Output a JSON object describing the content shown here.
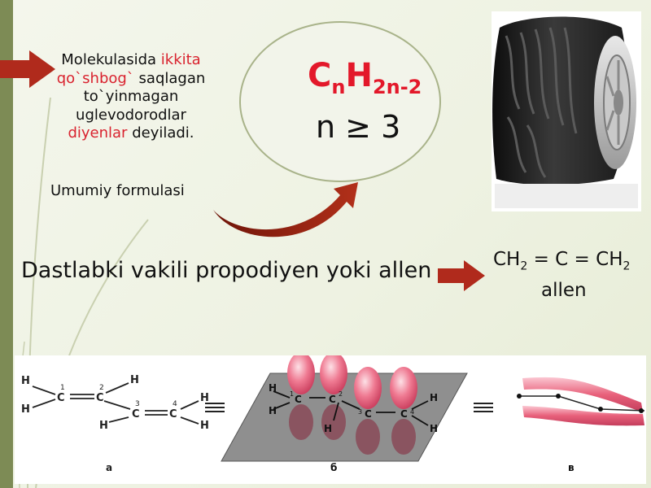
{
  "definition": {
    "line1_pre": "Molekulasida ",
    "line1_red": "ikkita",
    "line2_red": "qo`shbog`",
    "line2_post": " saqlagan",
    "line3": "to`yinmagan",
    "line4": "uglevodorodlar",
    "line5_red": "diyenlar",
    "line5_post": " deyiladi."
  },
  "formula_label": "Umumiy formulasi",
  "formula": {
    "c": "C",
    "n_sub": "n",
    "h": "H",
    "h_sub": "2n-2",
    "condition": "n ≥ 3"
  },
  "main_text": "Dastlabki vakili propodiyen yoki allen",
  "allen": {
    "formula_parts": [
      "CH",
      "2",
      " = C = CH",
      "2"
    ],
    "name": "allen"
  },
  "structure": {
    "panel_labels": [
      "а",
      "б",
      "в"
    ],
    "atom_h": "H",
    "atom_c": "C",
    "numbers": [
      "1",
      "2",
      "3",
      "4"
    ]
  },
  "colors": {
    "accent_red": "#d9232f",
    "formula_red": "#e3182a",
    "arrow": "#b02a1c",
    "orbital_pink": "#e8607a"
  },
  "icons": [
    "right-arrow-icon",
    "curved-arrow-icon",
    "tire-image",
    "orbital-diagram"
  ]
}
